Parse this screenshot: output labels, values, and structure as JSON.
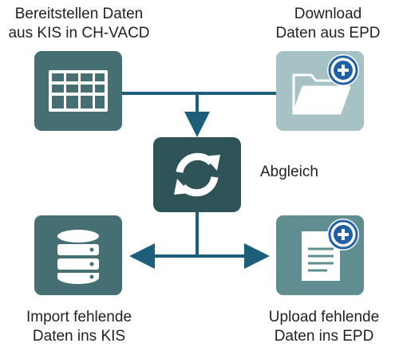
{
  "nodes": {
    "provide_kis": {
      "line1": "Bereitstellen Daten",
      "line2": "aus KIS in CH-VACD",
      "icon": "table-icon"
    },
    "download_epd": {
      "line1": "Download",
      "line2": "Daten aus EPD",
      "icon": "folder-icon",
      "badge": "epd-cross-icon"
    },
    "reconcile": {
      "label": "Abgleich",
      "icon": "sync-icon"
    },
    "import_kis": {
      "line1": "Import fehlende",
      "line2": "Daten ins KIS",
      "icon": "database-icon"
    },
    "upload_epd": {
      "line1": "Upload fehlende",
      "line2": "Daten ins EPD",
      "icon": "document-icon",
      "badge": "epd-cross-icon"
    }
  },
  "colors": {
    "connector": "#1d5f7a",
    "box_dark": "#466f73",
    "box_light": "#a6c2c4",
    "box_center": "#2f5457",
    "badge": "#1f5fa6"
  }
}
